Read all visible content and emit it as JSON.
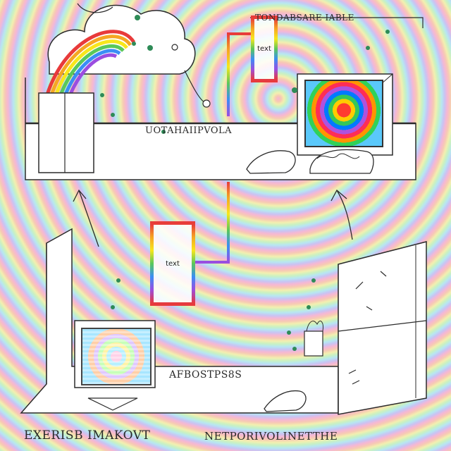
{
  "labels": {
    "top_right_header": "TONDABSARE IABLE",
    "upper_shelf_label": "UOTAHAIIPVOLA",
    "lower_shelf_label": "AFBOSTPS8S",
    "bottom_left_caption": "EXERISB IMAKOVT",
    "bottom_right_caption": "NETPORIVOLINETTHE"
  },
  "text_boxes": {
    "upper": "text",
    "lower": "text"
  },
  "colors": {
    "line": "#2b2b2b",
    "panel": "#ffffff",
    "green_dot": "#2e8b57"
  }
}
